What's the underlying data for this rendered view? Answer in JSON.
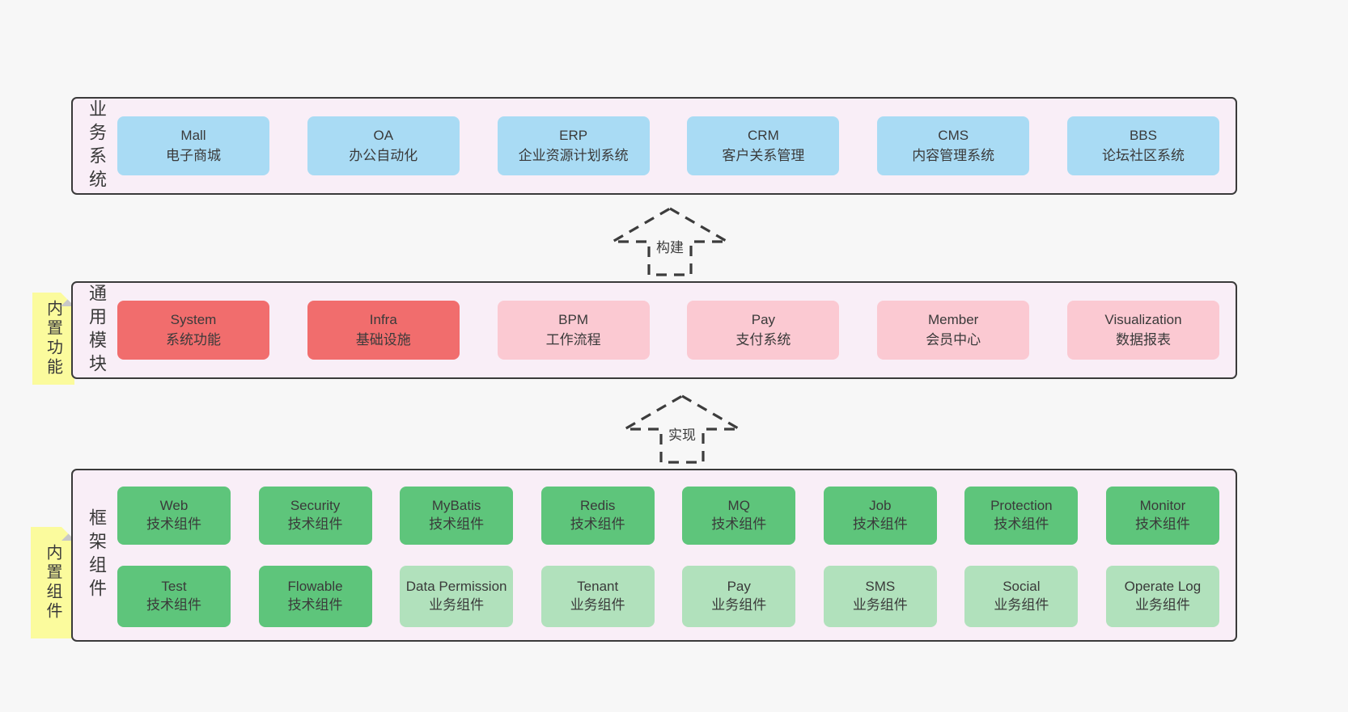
{
  "colors": {
    "page_bg": "#F7F7F7",
    "panel_bg": "#F9EEF7",
    "panel_border": "#3A3A3A",
    "blue_box": "#A9DBF4",
    "red_box": "#F16D6D",
    "pink_box": "#FBC9D2",
    "green_box": "#5EC57B",
    "light_green_box": "#B1E1BC",
    "sticky_yellow": "#FBFB9D",
    "text": "#3A3A3A"
  },
  "business": {
    "label": "业务系统",
    "items": [
      {
        "name": "Mall",
        "desc": "电子商城"
      },
      {
        "name": "OA",
        "desc": "办公自动化"
      },
      {
        "name": "ERP",
        "desc": "企业资源计划系统"
      },
      {
        "name": "CRM",
        "desc": "客户关系管理"
      },
      {
        "name": "CMS",
        "desc": "内容管理系统"
      },
      {
        "name": "BBS",
        "desc": "论坛社区系统"
      }
    ]
  },
  "arrows": {
    "build": "构建",
    "implement": "实现"
  },
  "modules": {
    "label": "通用模块",
    "sticky": "内置功能",
    "items": [
      {
        "name": "System",
        "desc": "系统功能"
      },
      {
        "name": "Infra",
        "desc": "基础设施"
      },
      {
        "name": "BPM",
        "desc": "工作流程"
      },
      {
        "name": "Pay",
        "desc": "支付系统"
      },
      {
        "name": "Member",
        "desc": "会员中心"
      },
      {
        "name": "Visualization",
        "desc": "数据报表"
      }
    ]
  },
  "components": {
    "label": "框架组件",
    "sticky": "内置组件",
    "row1": [
      {
        "name": "Web",
        "desc": "技术组件"
      },
      {
        "name": "Security",
        "desc": "技术组件"
      },
      {
        "name": "MyBatis",
        "desc": "技术组件"
      },
      {
        "name": "Redis",
        "desc": "技术组件"
      },
      {
        "name": "MQ",
        "desc": "技术组件"
      },
      {
        "name": "Job",
        "desc": "技术组件"
      },
      {
        "name": "Protection",
        "desc": "技术组件"
      },
      {
        "name": "Monitor",
        "desc": "技术组件"
      }
    ],
    "row2": [
      {
        "name": "Test",
        "desc": "技术组件"
      },
      {
        "name": "Flowable",
        "desc": "技术组件"
      },
      {
        "name": "Data Permission",
        "desc": "业务组件"
      },
      {
        "name": "Tenant",
        "desc": "业务组件"
      },
      {
        "name": "Pay",
        "desc": "业务组件"
      },
      {
        "name": "SMS",
        "desc": "业务组件"
      },
      {
        "name": "Social",
        "desc": "业务组件"
      },
      {
        "name": "Operate Log",
        "desc": "业务组件"
      }
    ]
  }
}
